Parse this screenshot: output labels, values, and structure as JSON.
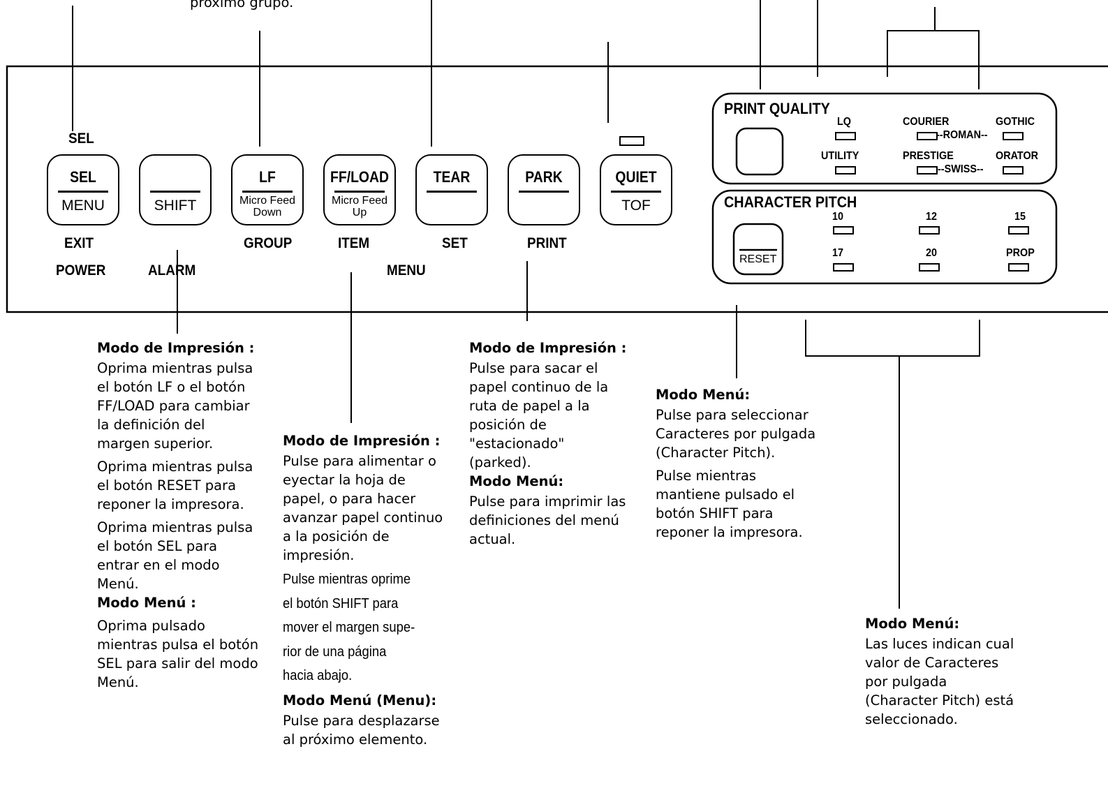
{
  "top_caption": "próximo grupo.",
  "buttons": [
    {
      "id": "sel",
      "top": "SEL",
      "bottom": "MENU"
    },
    {
      "id": "shift",
      "top": "",
      "bottom": "SHIFT"
    },
    {
      "id": "lf",
      "top": "LF",
      "bottom_line1": "Micro Feed",
      "bottom_line2": "Down"
    },
    {
      "id": "ffload",
      "top": "FF/LOAD",
      "bottom_line1": "Micro Feed",
      "bottom_line2": "Up"
    },
    {
      "id": "tear",
      "top": "TEAR",
      "bottom": ""
    },
    {
      "id": "park",
      "top": "PARK",
      "bottom": ""
    },
    {
      "id": "quiet",
      "top": "QUIET",
      "bottom": "TOF"
    }
  ],
  "labels": {
    "sel_indicator": "SEL",
    "exit": "EXIT",
    "power": "POWER",
    "alarm": "ALARM",
    "group": "GROUP",
    "item": "ITEM",
    "set": "SET",
    "print": "PRINT",
    "menu": "MENU"
  },
  "print_quality": {
    "title": "PRINT QUALITY",
    "lq": "LQ",
    "utility": "UTILITY",
    "courier": "COURIER",
    "gothic": "GOTHIC",
    "roman": "--ROMAN--",
    "prestige": "PRESTIGE",
    "orator": "ORATOR",
    "swiss": "--SWISS--"
  },
  "character_pitch": {
    "title": "CHARACTER PITCH",
    "reset": "RESET",
    "p10": "10",
    "p12": "12",
    "p15": "15",
    "p17": "17",
    "p20": "20",
    "prop": "PROP"
  },
  "callouts": {
    "shift": {
      "heading1": "Modo de Impresión :",
      "p1": "Oprima mientras pulsa el botón LF o el botón FF/LOAD para cambiar la definición del margen superior.",
      "p2": "Oprima mientras pulsa el botón RESET para reponer la impresora.",
      "p3": "Oprima mientras pulsa el botón SEL para entrar en el modo Menú.",
      "heading2": "Modo Menú :",
      "p4": "Oprima pulsado mientras pulsa el botón SEL para salir del modo Menú."
    },
    "ffload": {
      "heading1": "Modo de Impresión :",
      "p1": "Pulse para alimentar o eyectar la hoja de papel, o para hacer avanzar papel continuo a la posición de impresión.",
      "p2_l1": "Pulse mientras oprime",
      "p2_l2": "el botón SHIFT para",
      "p2_l3": "mover el margen supe-",
      "p2_l4": "rior de una página",
      "p2_l5": "hacia abajo.",
      "heading2": "Modo Menú (Menu):",
      "p3": "Pulse para desplazarse al próximo elemento."
    },
    "park": {
      "heading1": "Modo de Impresión :",
      "p1": "Pulse para sacar el papel continuo de la ruta de papel a la posición de \"estacionado\" (parked).",
      "heading2": "Modo Menú:",
      "p2": "Pulse para imprimir las definiciones del menú actual."
    },
    "reset": {
      "heading1": "Modo Menú:",
      "p1": "Pulse para seleccionar Caracteres por pulgada (Character Pitch).",
      "p2": "Pulse mientras mantiene pulsado el botón SHIFT para reponer la impresora."
    },
    "pitch_lights": {
      "heading1": "Modo Menú:",
      "p1": "Las luces indican cual valor de Caracteres por pulgada (Character Pitch) está seleccionado."
    }
  }
}
